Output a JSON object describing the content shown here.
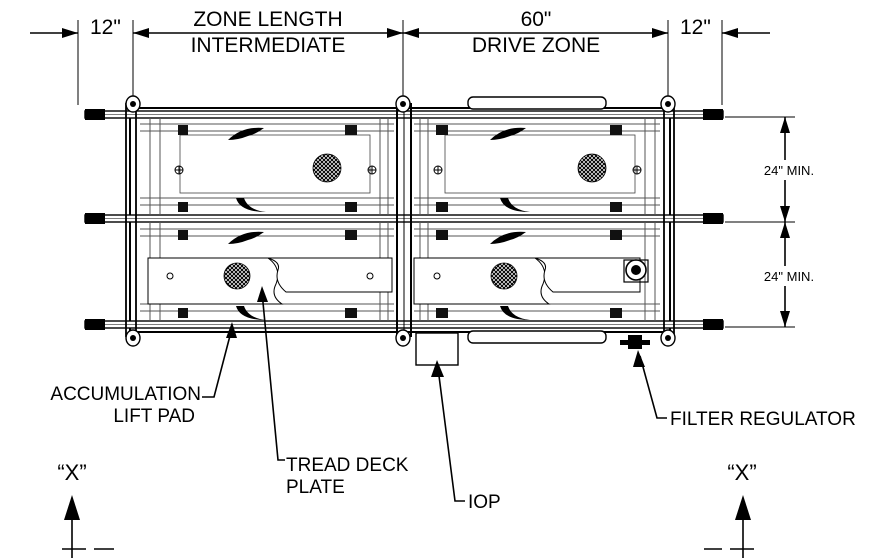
{
  "dimensions": {
    "left_gap": "12\"",
    "zone_length_line1": "ZONE LENGTH",
    "zone_length_line2": "INTERMEDIATE",
    "drive_length": "60\"",
    "drive_label": "DRIVE ZONE",
    "right_gap": "12\"",
    "spacing_top": "24\" MIN.",
    "spacing_bottom": "24\" MIN."
  },
  "callouts": {
    "accumulation_line1": "ACCUMULATION",
    "accumulation_line2": "LIFT PAD",
    "tread_line1": "TREAD DECK",
    "tread_line2": "PLATE",
    "iop": "IOP",
    "filter": "FILTER REGULATOR"
  },
  "section_markers": {
    "left": "“X”",
    "right": "“X”"
  }
}
